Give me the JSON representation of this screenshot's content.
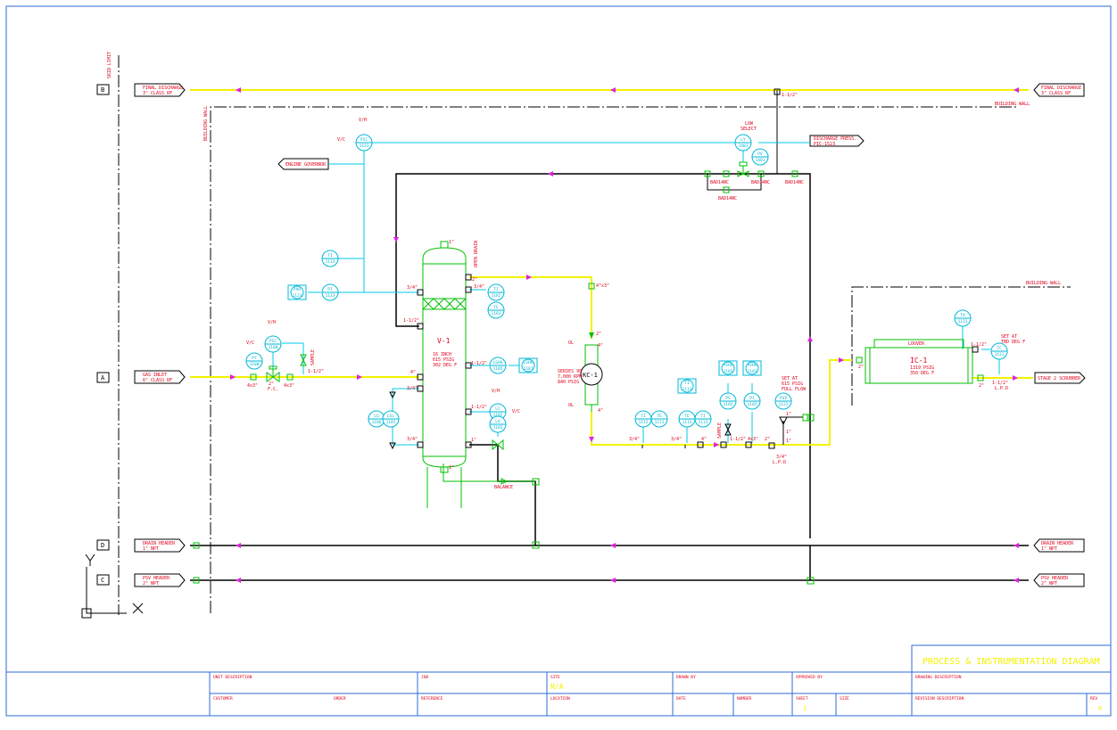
{
  "title_block": {
    "drawing_title": "PROCESS & INSTRUMENTATION DIAGRAM",
    "labels": {
      "unit_description": "UNIT DESCRIPTION",
      "job": "JOB",
      "site": "SITE",
      "drawn_by": "DRAWN BY",
      "approved_by": "APPROVED BY",
      "drawing_description": "DRAWING DESCRIPTION",
      "customer": "CUSTOMER",
      "order": "ORDER",
      "reference": "REFERENCE",
      "location": "LOCATION",
      "date": "DATE",
      "number": "NUMBER",
      "sheet": "SHEET",
      "size": "SIZE",
      "revision_description": "REVISION DESCRIPTION",
      "rev": "REV"
    },
    "values": {
      "site": "N/A",
      "sheet": "1",
      "rev": "0"
    }
  },
  "grid_refs": [
    "B",
    "A",
    "D",
    "C"
  ],
  "offpage": {
    "final_discharge_left": [
      "FINAL DISCHARGE",
      "3\" CLASS RF"
    ],
    "final_discharge_right": [
      "FINAL DISCHARGE",
      "3\" CLASS RF"
    ],
    "gas_inlet": [
      "GAS INLET",
      "6\" CLASS RF"
    ],
    "drain_left": [
      "DRAIN HEADER",
      "1\" NPT"
    ],
    "drain_right": [
      "DRAIN HEADER",
      "1\" NPT"
    ],
    "psv_left": [
      "PSV HEADER",
      "2\" NPT"
    ],
    "psv_right": [
      "PSV HEADER",
      "2\" NPT"
    ],
    "engine_governor": [
      "ENGINE GOVERNOR"
    ],
    "discharge_press": [
      "DISCHARGE PRESS.",
      "PIC-1523"
    ],
    "stage2": [
      "STAGE 2 SCRUBBER"
    ]
  },
  "equipment": {
    "v1": {
      "tag": "V-1",
      "spec": [
        "16 INCH",
        "615 PSIG",
        "302 DEG F"
      ]
    },
    "kc1": {
      "tag": "KC-1",
      "spec": [
        "SERIES 90",
        "7,000 RPM",
        "840 PSIG"
      ]
    },
    "ic1": {
      "tag": "IC-1",
      "spec": [
        "1319 PSIG",
        "350 DEG F"
      ],
      "louver": "LOUVER"
    }
  },
  "instruments": [
    {
      "tag": "PIC",
      "num": "1123",
      "id": "pic-1123"
    },
    {
      "tag": "LY",
      "num": "1401",
      "id": "ly-1401"
    },
    {
      "tag": "PV",
      "num": "1401",
      "id": "pv-1401"
    },
    {
      "tag": "TI",
      "num": "1113",
      "id": "ti-1113"
    },
    {
      "tag": "PI",
      "num": "1113",
      "id": "pi-1113"
    },
    {
      "tag": "PAH",
      "num": "1123",
      "id": "pah-1123"
    },
    {
      "tag": "PIC",
      "num": "1100",
      "id": "pic-1100"
    },
    {
      "tag": "PY",
      "num": "1100",
      "id": "py-1100"
    },
    {
      "tag": "TI",
      "num": "1182",
      "id": "ti-1182"
    },
    {
      "tag": "TE",
      "num": "1183",
      "id": "te-1183"
    },
    {
      "tag": "LSHH",
      "num": "1185",
      "id": "lshh-1185"
    },
    {
      "tag": "LSHH",
      "num": "1187",
      "id": "lshh-1187"
    },
    {
      "tag": "LC",
      "num": "1185",
      "id": "lc-1185"
    },
    {
      "tag": "LV",
      "num": "1185",
      "id": "lv-1185"
    },
    {
      "tag": "LG",
      "num": "1186",
      "id": "lg-1186"
    },
    {
      "tag": "LSL",
      "num": "1185",
      "id": "lsl-1185"
    },
    {
      "tag": "TI",
      "num": "1112",
      "id": "ti-1112"
    },
    {
      "tag": "TE",
      "num": "1111",
      "id": "te-1111"
    },
    {
      "tag": "TI",
      "num": "1113",
      "id": "ti-1113b"
    },
    {
      "tag": "TE",
      "num": "1113",
      "id": "te-1113"
    },
    {
      "tag": "TI",
      "num": "1113",
      "id": "ti-1113c"
    },
    {
      "tag": "PSHH",
      "num": "1185",
      "id": "pshh-1185"
    },
    {
      "tag": "PSHH",
      "num": "1183",
      "id": "pshh-1183"
    },
    {
      "tag": "PS",
      "num": "1185",
      "id": "ps-1185"
    },
    {
      "tag": "PI",
      "num": "1185",
      "id": "pi-1185"
    },
    {
      "tag": "PSV",
      "num": "1122",
      "id": "psv-1122"
    },
    {
      "tag": "TV",
      "num": "1131",
      "id": "tv-1131"
    },
    {
      "tag": "TC",
      "num": "1131",
      "id": "tc-1131"
    }
  ],
  "notes": {
    "low_select": [
      "LOW",
      "SELECT"
    ],
    "set_psv": [
      "SET AT",
      "615 PSIG",
      "FULL FLOW"
    ],
    "set_tc": [
      "SET AT",
      "TBD DEG F"
    ],
    "plot_limit": "SKID LIMIT",
    "building_wall": "BUILDING WALL",
    "building_wall_vert": "BUILDING WALL",
    "vh": "V/H",
    "vc": "V/C",
    "fc": "F.C.",
    "open_drain": "OPEN DRAIN",
    "sample": "SAMPLE",
    "lp_d": "L.P.D",
    "balance": "BALANCE",
    "bad": [
      "BAD14NC",
      "BAD14NC",
      "BAD14NC",
      "BAD14NC"
    ],
    "ol": "OL",
    "ol2": "OL"
  },
  "sizes": {
    "s1": "1\"",
    "s2": "3/4\"",
    "s3": "1-1/2\"",
    "s4": "4\"",
    "s5": "3/4\"",
    "s6": "3/4\"",
    "s7": "3/4\"",
    "s8": "1-1/2\"",
    "s9": "1-1/2\"",
    "s10": "1\"",
    "s11": "2\"",
    "s12": "4\"",
    "s13": "4x3\"",
    "s14": "4\"",
    "s15": "1-1/2\"",
    "s16": "1-1/2\"",
    "s17": "1\"",
    "s18": "3/4\"",
    "s19": "3/4\"",
    "s20": "1-1/2\"",
    "s21": "4x3\"",
    "s22": "2\"",
    "s23": "1\"",
    "s24": "2\"",
    "s25": "1-1/2\"",
    "s26": "1-1/2\"",
    "s27": "4\"x3\"",
    "s28": "2\"",
    "s29": "1\""
  }
}
